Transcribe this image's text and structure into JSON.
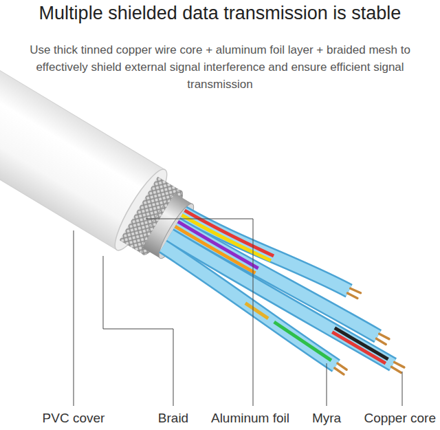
{
  "diagram": {
    "title": "Multiple shielded data transmission is stable",
    "caption": "Use thick tinned copper wire core + aluminum foil layer + braided mesh to effectively shield external signal interference and ensure efficient signal transmission",
    "labels": [
      "PVC cover",
      "Braid",
      "Aluminum foil",
      "Myra",
      "Copper core"
    ]
  }
}
